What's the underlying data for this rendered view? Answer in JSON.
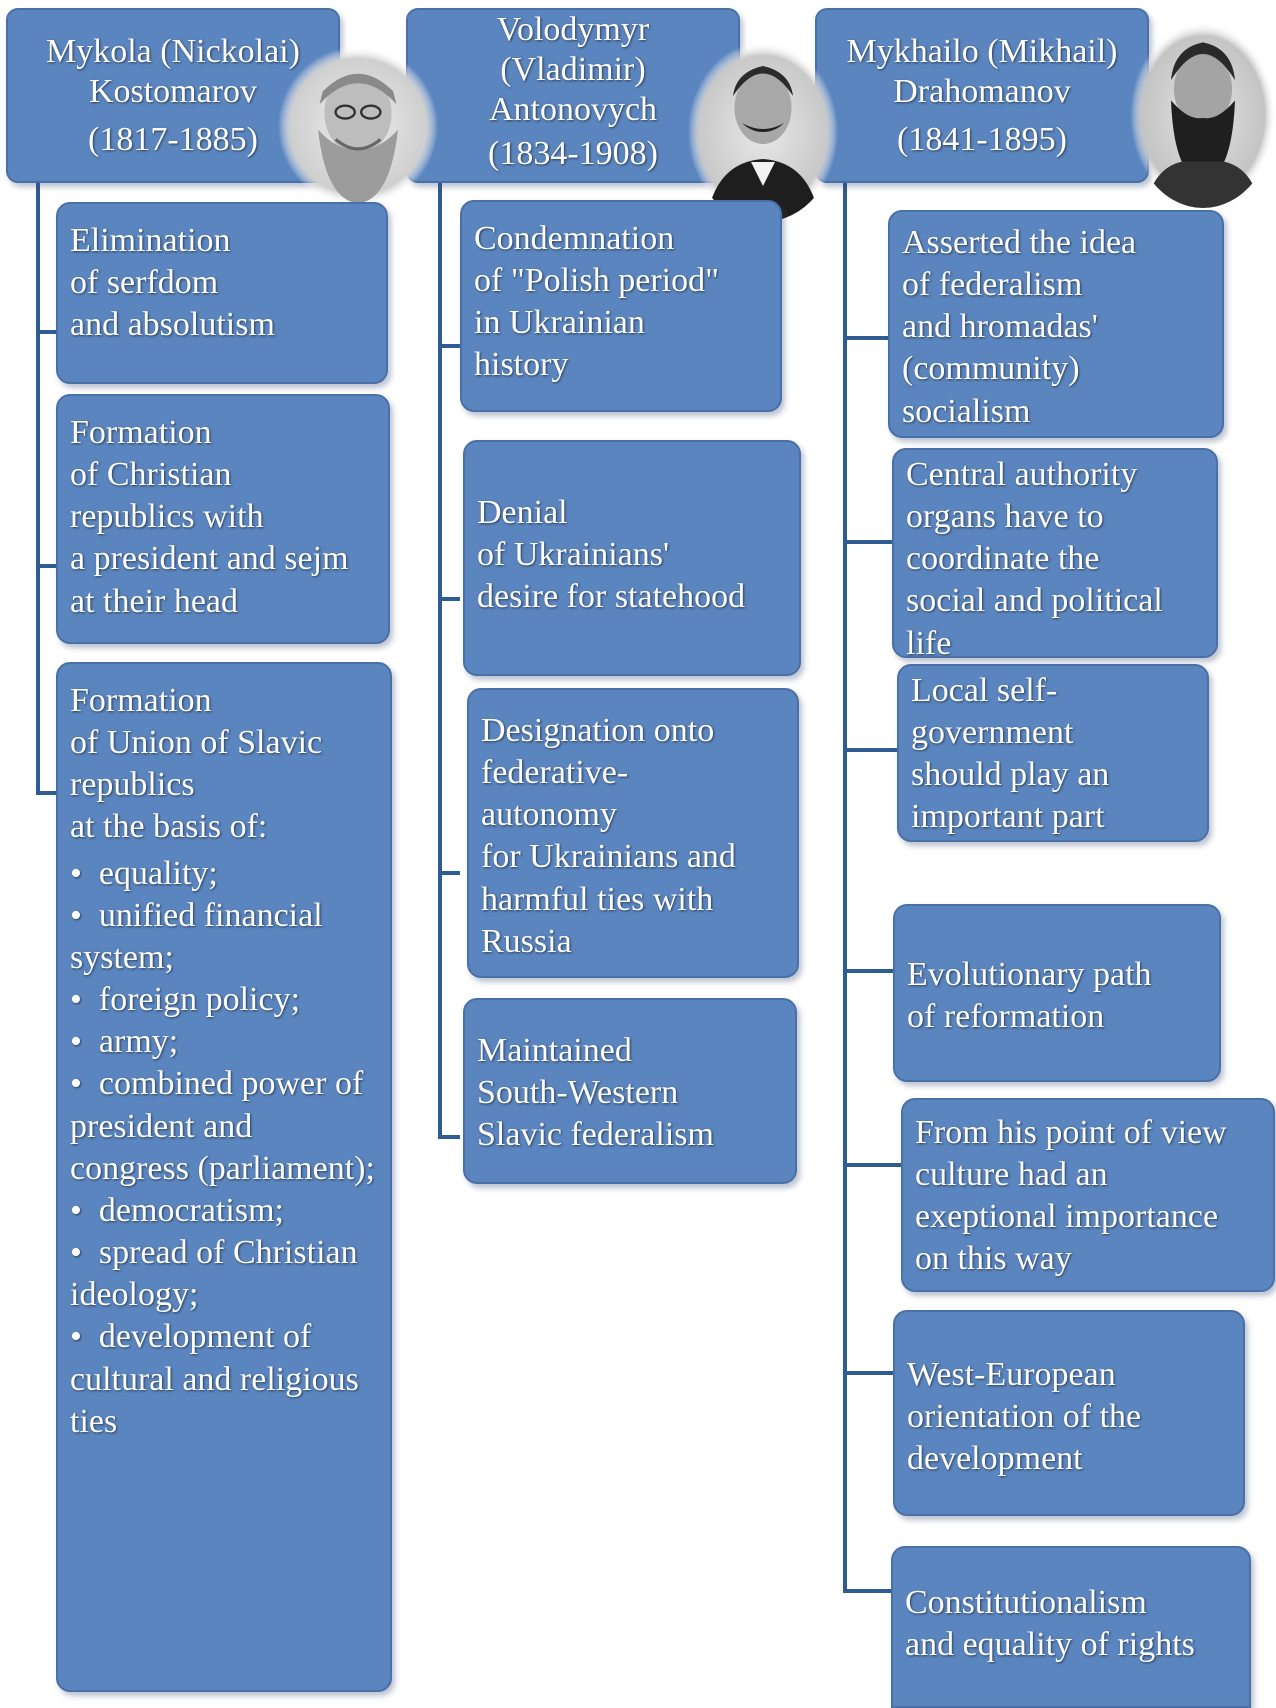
{
  "colors": {
    "box_fill": "#5b85bf",
    "box_border": "#4a70a8",
    "connector": "#2f5c92",
    "text": "#ffffff"
  },
  "columns": [
    {
      "name": "Mykola (Nickolai)\nKostomarov",
      "years": "(1817-1885)",
      "portrait_icon": "kostomarov-portrait",
      "items": [
        {
          "text": "Elimination\nof serfdom\nand absolutism"
        },
        {
          "text": "Formation\nof Christian\nrepublics with\na president and sejm\nat their head"
        },
        {
          "text": "Formation\nof  Union of Slavic\nrepublics\nat the basis of:",
          "bullets": [
            "equality;",
            "unified financial system;",
            "foreign policy;",
            "army;",
            "combined power of president and congress (parliament);",
            "democratism;",
            "spread of Christian ideology;",
            "development of cultural and religious ties"
          ]
        }
      ]
    },
    {
      "name": "Volodymyr\n(Vladimir)\nAntonovych",
      "years": "(1834-1908)",
      "portrait_icon": "antonovych-portrait",
      "items": [
        {
          "text": "Condemnation\nof  \"Polish period\"\nin Ukrainian\nhistory"
        },
        {
          "text": "Denial\nof Ukrainians'\ndesire for statehood"
        },
        {
          "text": "Designation onto\nfederative-\nautonomy\nfor Ukrainians and\nharmful ties with\nRussia"
        },
        {
          "text": "Maintained\nSouth-Western\nSlavic federalism"
        }
      ]
    },
    {
      "name": "Mykhailo (Mikhail)\nDrahomanov",
      "years": "(1841-1895)",
      "portrait_icon": "drahomanov-portrait",
      "items": [
        {
          "text": "Asserted the idea\nof federalism\nand hromadas'\n(community)\nsocialism"
        },
        {
          "text": "Central authority\norgans  have to\ncoordinate the\nsocial and political\nlife"
        },
        {
          "text": "Local self-\ngovernment\nshould play  an\nimportant part"
        },
        {
          "text": "Evolutionary path\nof reformation"
        },
        {
          "text": "From his point of view\nculture had an\nexeptional importance\non this way"
        },
        {
          "text": "West-European\norientation of the\ndevelopment"
        },
        {
          "text": "Constitutionalism\nand equality  of rights"
        }
      ]
    }
  ]
}
